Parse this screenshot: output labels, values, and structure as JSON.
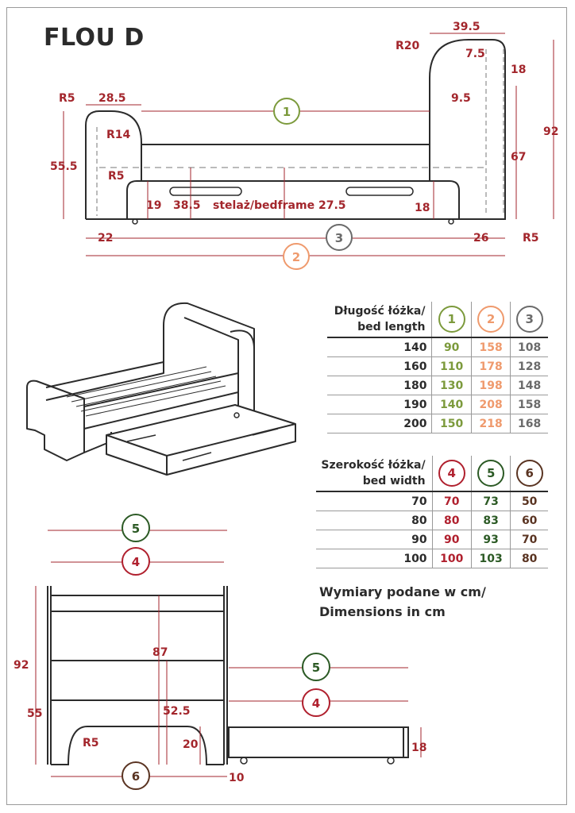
{
  "title": "FLOU D",
  "colors": {
    "dim_red": "#a3262c",
    "green_light": "#7c9a3c",
    "orange": "#ef9a6d",
    "gray": "#6b6b6b",
    "crimson": "#b0202e",
    "green_dark": "#2c5a25",
    "brown": "#5a3422",
    "line": "#2b2b2b"
  },
  "side_view": {
    "labels": [
      "39.5",
      "R20",
      "7.5",
      "18",
      "9.5",
      "R5",
      "28.5",
      "R14",
      "92",
      "67",
      "55.5",
      "R5",
      "19",
      "38.5",
      "stelaż/bedframe 27.5",
      "18",
      "22",
      "26",
      "R5"
    ],
    "markers": [
      "1",
      "3",
      "2"
    ]
  },
  "length_table": {
    "header": "Długość łóżka/",
    "header2": "bed length",
    "columns": [
      "1",
      "2",
      "3"
    ],
    "rows": [
      [
        "140",
        "90",
        "158",
        "108"
      ],
      [
        "160",
        "110",
        "178",
        "128"
      ],
      [
        "180",
        "130",
        "198",
        "148"
      ],
      [
        "190",
        "140",
        "208",
        "158"
      ],
      [
        "200",
        "150",
        "218",
        "168"
      ]
    ]
  },
  "width_table": {
    "header": "Szerokość łóżka/",
    "header2": "bed width",
    "columns": [
      "4",
      "5",
      "6"
    ],
    "rows": [
      [
        "70",
        "70",
        "73",
        "50"
      ],
      [
        "80",
        "80",
        "83",
        "60"
      ],
      [
        "90",
        "90",
        "93",
        "70"
      ],
      [
        "100",
        "100",
        "103",
        "80"
      ]
    ]
  },
  "note": {
    "line1": "Wymiary podane w cm/",
    "line2": "Dimensions in cm"
  },
  "front_view": {
    "labels": [
      "92",
      "87",
      "55",
      "52.5",
      "R5",
      "20",
      "10",
      "18"
    ],
    "markers": [
      "5",
      "4",
      "6",
      "5",
      "4"
    ]
  }
}
